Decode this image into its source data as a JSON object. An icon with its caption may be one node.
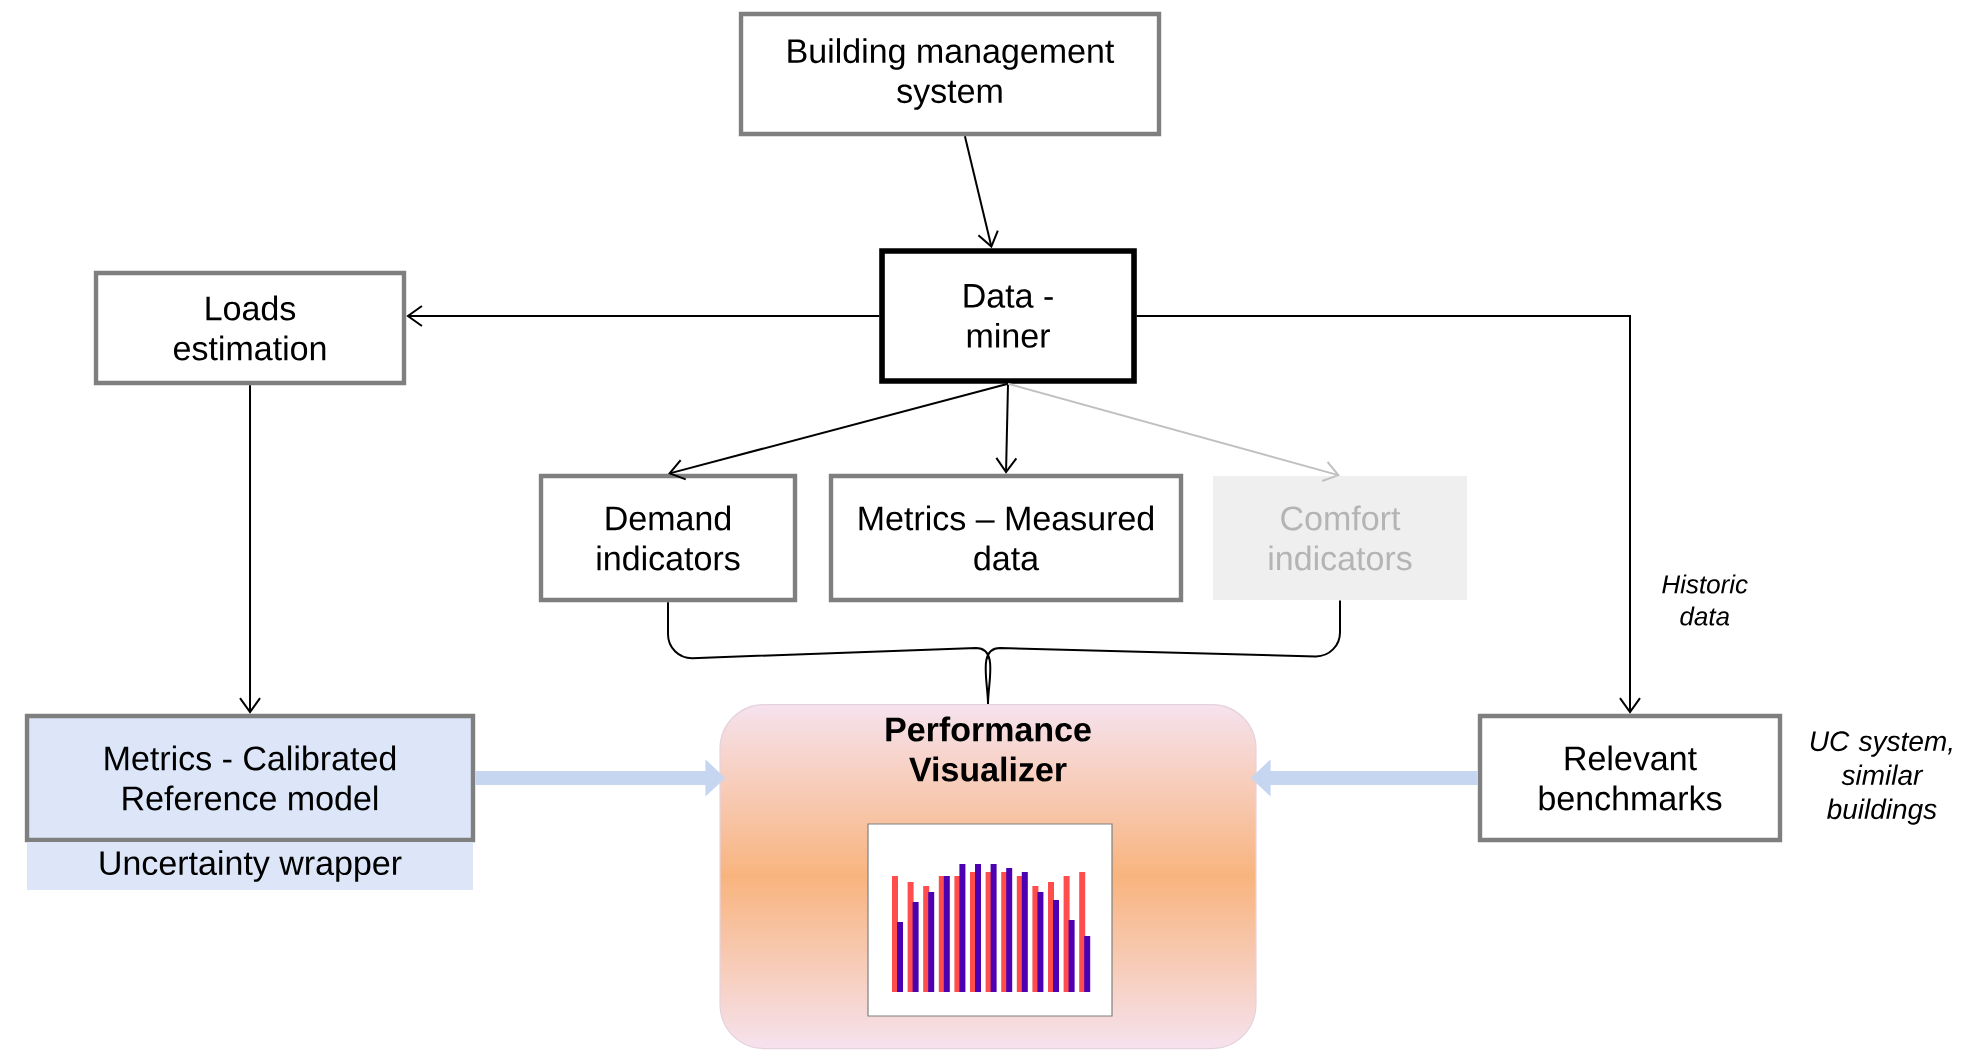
{
  "diagram": {
    "nodes": [
      {
        "text": [
          "Building management system"
        ]
      },
      {
        "text": [
          "Loads estimation"
        ]
      },
      {
        "text": [
          "Data - miner"
        ]
      },
      {
        "text": [
          "Demand indicators"
        ]
      },
      {
        "text": [
          "Metrics – Measured data"
        ]
      },
      {
        "text": [
          "Comfort indicators"
        ]
      },
      {
        "text": [
          "Metrics - Calibrated Reference model",
          "Uncertainty wrapper"
        ]
      },
      {
        "text": [
          "Performance Visualizer"
        ]
      },
      {
        "text": [
          "Relevant benchmarks"
        ],
        "beside": [
          "UC system, similar buildings"
        ]
      }
    ],
    "edges": [
      {
        "from": 0,
        "to": 2,
        "arrow": "to"
      },
      {
        "from": 2,
        "to": 1,
        "arrow": "to"
      },
      {
        "from": 2,
        "to": 3,
        "arrow": "to"
      },
      {
        "from": 2,
        "to": 4,
        "arrow": "to"
      },
      {
        "from": 2,
        "to": 5,
        "arrow": "to",
        "color": "#c0c0c0"
      },
      {
        "from": 2,
        "to": 8,
        "arrow": "to",
        "label": "Historic data"
      },
      {
        "from": 1,
        "to": 6,
        "arrow": "to"
      },
      {
        "from": 3,
        "to": 7,
        "arrow": "none"
      },
      {
        "from": 5,
        "to": 7,
        "arrow": "none"
      },
      {
        "from": 6,
        "to": 7,
        "arrow": "to",
        "style": "thick",
        "color": "#c6d5f0"
      },
      {
        "from": 8,
        "to": 7,
        "arrow": "to",
        "style": "thick",
        "color": "#c6d5f0"
      }
    ]
  }
}
